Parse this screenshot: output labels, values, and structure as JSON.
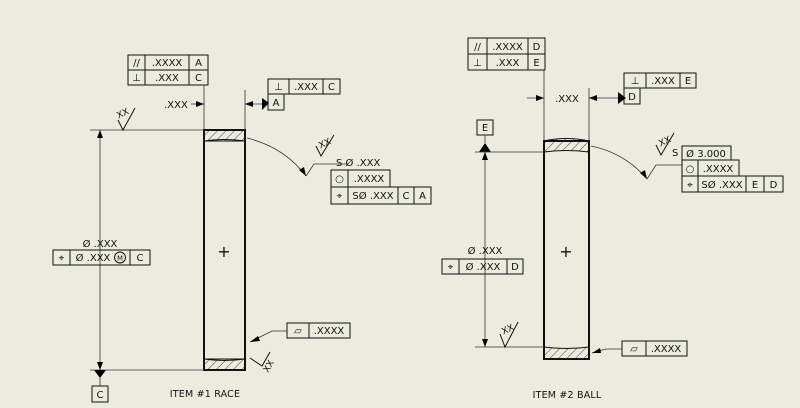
{
  "race": {
    "caption": "ITEM #1 RACE",
    "top_fcf": [
      {
        "symbol": "//",
        "value": ".XXXX",
        "datums": [
          "A"
        ]
      },
      {
        "symbol": "⊥",
        "value": ".XXX",
        "datums": [
          "C"
        ]
      }
    ],
    "width_dim": ".XXX",
    "right_face_fcf": {
      "symbol": "⊥",
      "value": ".XXX",
      "datums": [
        "C"
      ]
    },
    "datum_a": "A",
    "surface_finish_top": "XX",
    "surface_finish_right": "XX",
    "surface_finish_bottom": "XX",
    "spherical_dim": "S Ø .XXX",
    "spherical_fcf": [
      {
        "symbol": "○",
        "value": ".XXXX",
        "datums": []
      },
      {
        "symbol": "⌖",
        "value": "SØ .XXX",
        "datums": [
          "C",
          "A"
        ]
      }
    ],
    "diameter_dim": "Ø .XXX",
    "diameter_fcf": {
      "symbol": "⌖",
      "value": "Ø .XXX",
      "modifier": "M",
      "datums": [
        "C"
      ]
    },
    "flatness_fcf": {
      "symbol": "▱",
      "value": ".XXXX"
    },
    "datum_c": "C",
    "center_mark": "+"
  },
  "ball": {
    "caption": "ITEM #2 BALL",
    "top_fcf": [
      {
        "symbol": "//",
        "value": ".XXXX",
        "datums": [
          "D"
        ]
      },
      {
        "symbol": "⊥",
        "value": ".XXX",
        "datums": [
          "E"
        ]
      }
    ],
    "width_dim": ".XXX",
    "right_face_fcf": {
      "symbol": "⊥",
      "value": ".XXX",
      "datums": [
        "E"
      ]
    },
    "datum_d": "D",
    "datum_e": "E",
    "surface_finish_right": "XX",
    "surface_finish_bottom": "XX",
    "spherical_dim": "S",
    "spherical_fcf": [
      {
        "symbol": "",
        "value": "Ø 3.000",
        "datums": []
      },
      {
        "symbol": "○",
        "value": ".XXXX",
        "datums": []
      },
      {
        "symbol": "⌖",
        "value": "SØ .XXX",
        "datums": [
          "E",
          "D"
        ]
      }
    ],
    "diameter_dim": "Ø .XXX",
    "diameter_fcf": {
      "symbol": "⌖",
      "value": "Ø .XXX",
      "datums": [
        "D"
      ]
    },
    "flatness_fcf": {
      "symbol": "▱",
      "value": ".XXXX"
    },
    "center_mark": "+"
  }
}
